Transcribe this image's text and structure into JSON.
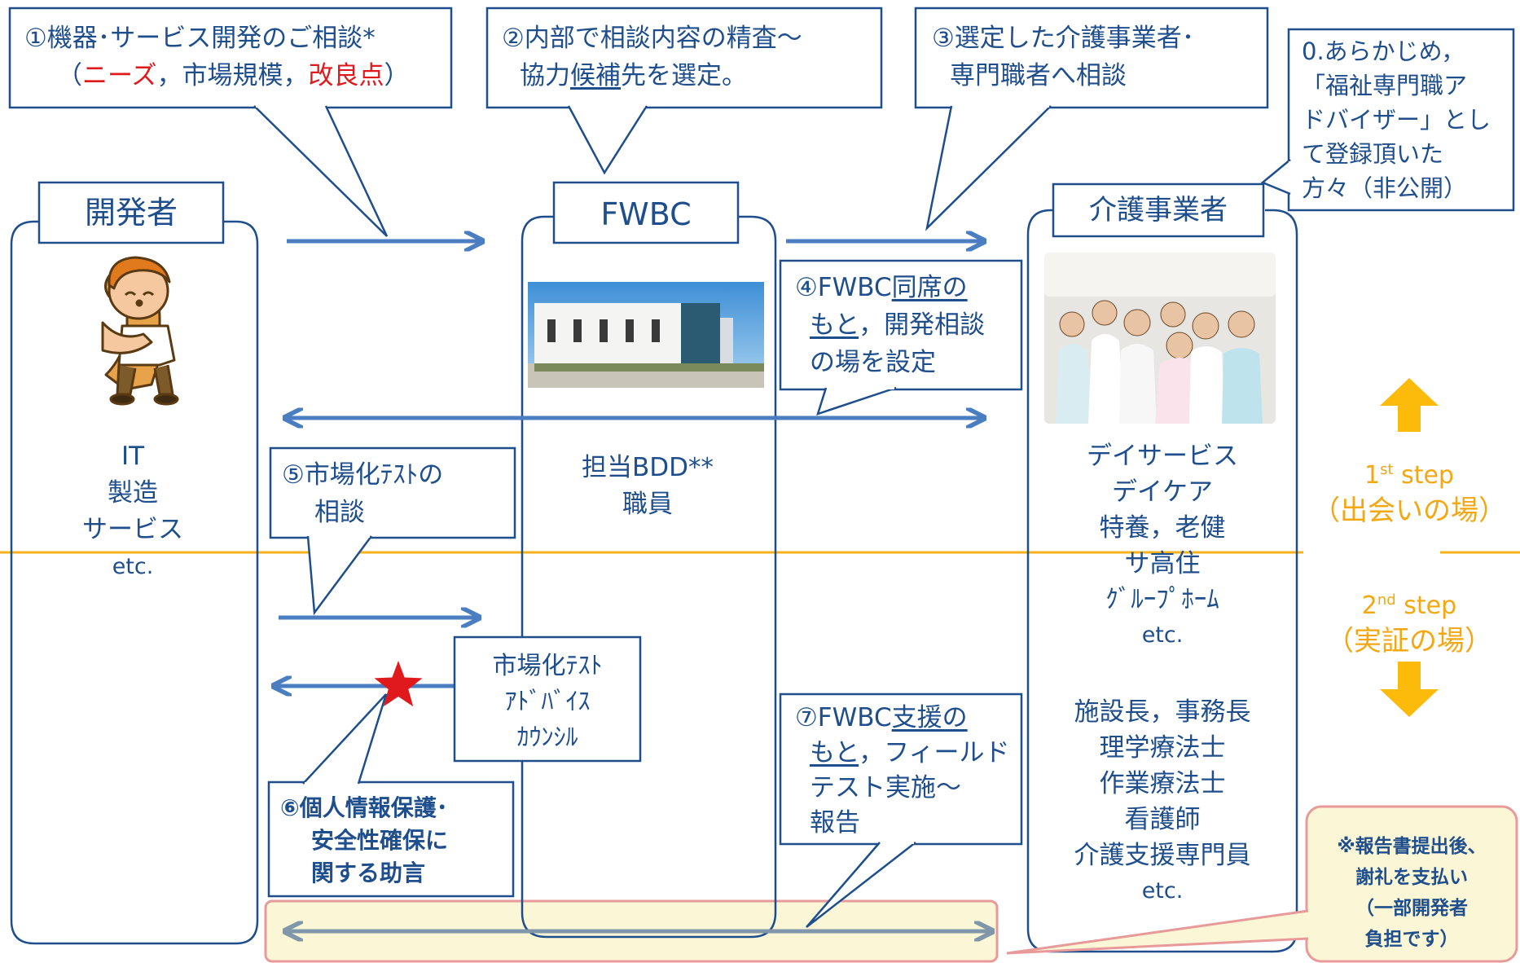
{
  "columns": {
    "developer": {
      "header": "開発者",
      "types": [
        "IT",
        "製造",
        "サービス",
        "etc."
      ]
    },
    "fwbc": {
      "header": "FWBC",
      "staff": [
        "担当BDD**",
        "職員"
      ]
    },
    "care": {
      "header": "介護事業者",
      "services": [
        "デイサービス",
        "デイケア",
        "特養，老健",
        "サ高住",
        "ｸﾞﾙｰﾌﾟﾎｰﾑ",
        "etc."
      ],
      "professions": [
        "施設長，事務長",
        "理学療法士",
        "作業療法士",
        "看護師",
        "介護支援専門員",
        "etc."
      ]
    }
  },
  "callouts": {
    "c1": {
      "line1": "①機器･サービス開発のご相談*",
      "l2_open": "（",
      "l2_needs": "ニーズ",
      "l2_mid": "，市場規模，",
      "l2_improve": "改良点",
      "l2_close": "）"
    },
    "c2": {
      "line1": "②内部で相談内容の精査～",
      "l2_a": "協力",
      "l2_b": "候補",
      "l2_c": "先を選定。"
    },
    "c3": {
      "line1": "③選定した介護事業者･",
      "line2": "専門職者へ相談"
    },
    "c0": {
      "lines": [
        "0.あらかじめ，",
        "「福祉専門職ア",
        "ドバイザー」とし",
        "て登録頂いた",
        "方々（非公開）"
      ]
    },
    "c4": {
      "l1_a": "④FWBC",
      "l1_b": "同席の",
      "l2_a": "もと",
      "l2_b": "，開発相談",
      "line3": "の場を設定"
    },
    "c5": {
      "line1": "⑤市場化ﾃｽﾄの",
      "line2": "相談"
    },
    "c6": {
      "lines": [
        "⑥個人情報保護･",
        "安全性確保に",
        "関する助言"
      ]
    },
    "c7": {
      "l1_a": "⑦FWBC",
      "l1_b": "支援の",
      "l2_a": "もと",
      "l2_b": "，フィールド",
      "line3": "テスト実施～",
      "line4": "報告"
    },
    "council": {
      "lines": [
        "市場化ﾃｽﾄ",
        "ｱﾄﾞﾊﾞｲｽ",
        "ｶｳﾝｼﾙ"
      ]
    },
    "reward": {
      "lines": [
        "※報告書提出後、",
        "謝礼を支払い",
        "（一部開発者",
        "負担です）"
      ]
    }
  },
  "steps": {
    "first": {
      "num": "1",
      "sup": "st",
      "word": "step",
      "phase": "（出会いの場）"
    },
    "second": {
      "num": "2",
      "sup": "nd",
      "word": "step",
      "phase": "（実証の場）"
    }
  },
  "colors": {
    "border": "#1f4e8c",
    "arrow": "#4a7ec1",
    "divider": "#f5b21b",
    "step_text": "#f3a712",
    "highlight_fill": "#fbf7d6",
    "highlight_border": "#e89a9a",
    "red": "#e0191d",
    "gray_arrow": "#7f97a8"
  }
}
